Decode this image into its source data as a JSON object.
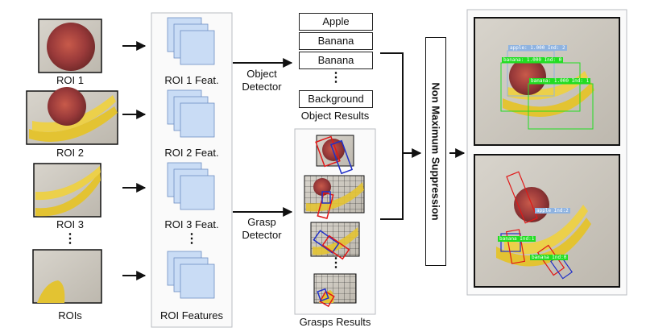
{
  "rois": [
    {
      "label": "ROI 1"
    },
    {
      "label": "ROI 2"
    },
    {
      "label": "ROI 3"
    },
    {
      "label": "⋮"
    },
    {
      "label": "ROIs"
    }
  ],
  "features": {
    "items": [
      "ROI 1 Feat.",
      "ROI 2 Feat.",
      "ROI 3 Feat."
    ],
    "dots": "⋮",
    "caption": "ROI Features"
  },
  "object_detector": {
    "line1": "Object",
    "line2": "Detector"
  },
  "grasp_detector": {
    "line1": "Grasp",
    "line2": "Detector"
  },
  "object_results": {
    "items": [
      "Apple",
      "Banana",
      "Banana"
    ],
    "dots": "⋮",
    "last": "Background",
    "caption": "Object Results"
  },
  "grasp_results": {
    "caption": "Grasps Results",
    "dots": "⋮"
  },
  "nms": {
    "label": "Non Maximum Suppression"
  },
  "output_top": {
    "detections": [
      {
        "text": "apple: 1.000  Ind: 2",
        "color": "#8fb3e0"
      },
      {
        "text": "banana: 1.000  Ind: 0",
        "color": "#22dd22"
      },
      {
        "text": "banana: 1.000  Ind: 1",
        "color": "#22dd22"
      }
    ]
  },
  "output_bottom": {
    "detections": [
      {
        "text": "apple Ind:2",
        "color": "#8fb3e0"
      },
      {
        "text": "banana Ind:1",
        "color": "#22dd22"
      },
      {
        "text": "banana Ind:0",
        "color": "#22dd22"
      }
    ]
  },
  "colors": {
    "feature": "#c9dcf5",
    "feature_stroke": "#6f8fc4",
    "apple": "#9a3a3a",
    "banana": "#e3c332",
    "grasp_red": "#e01818",
    "grasp_blue": "#2030c8"
  }
}
